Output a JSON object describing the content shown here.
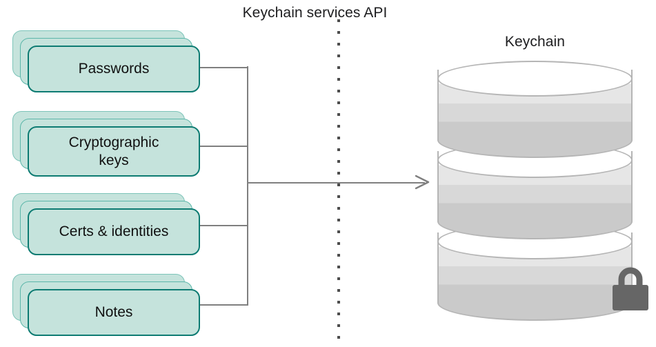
{
  "diagram": {
    "api_title": "Keychain services API",
    "store_title": "Keychain",
    "sources": [
      {
        "label": "Passwords",
        "icon": "stacked-cards-icon"
      },
      {
        "label": "Cryptographic\nkeys",
        "icon": "stacked-cards-icon"
      },
      {
        "label": "Certs & identities",
        "icon": "stacked-cards-icon"
      },
      {
        "label": "Notes",
        "icon": "stacked-cards-icon"
      }
    ],
    "store": {
      "label": "Keychain",
      "icon": "database-cylinder-icon",
      "cylinder_count": 3,
      "lock_icon": "padlock-icon"
    },
    "flow": {
      "direction": "left-to-right",
      "arrow_icon": "arrow-right-icon",
      "divider_icon": "dotted-vertical-line-icon"
    },
    "colors": {
      "card_fill": "#c5e3dc",
      "card_border_front": "#0d7b72",
      "card_border_mid": "#5bb6a9",
      "card_border_back": "#7cc4b9",
      "connector": "#7f7f7f",
      "cylinder_outline": "#b5b5b5",
      "cylinder_band_light": "#e6e6e6",
      "cylinder_band_mid": "#d8d8d8",
      "cylinder_band_dark": "#cacaca",
      "lock": "#666666",
      "text": "#1d1d1f",
      "divider_dot": "#4d4d4d",
      "background": "#ffffff"
    }
  }
}
